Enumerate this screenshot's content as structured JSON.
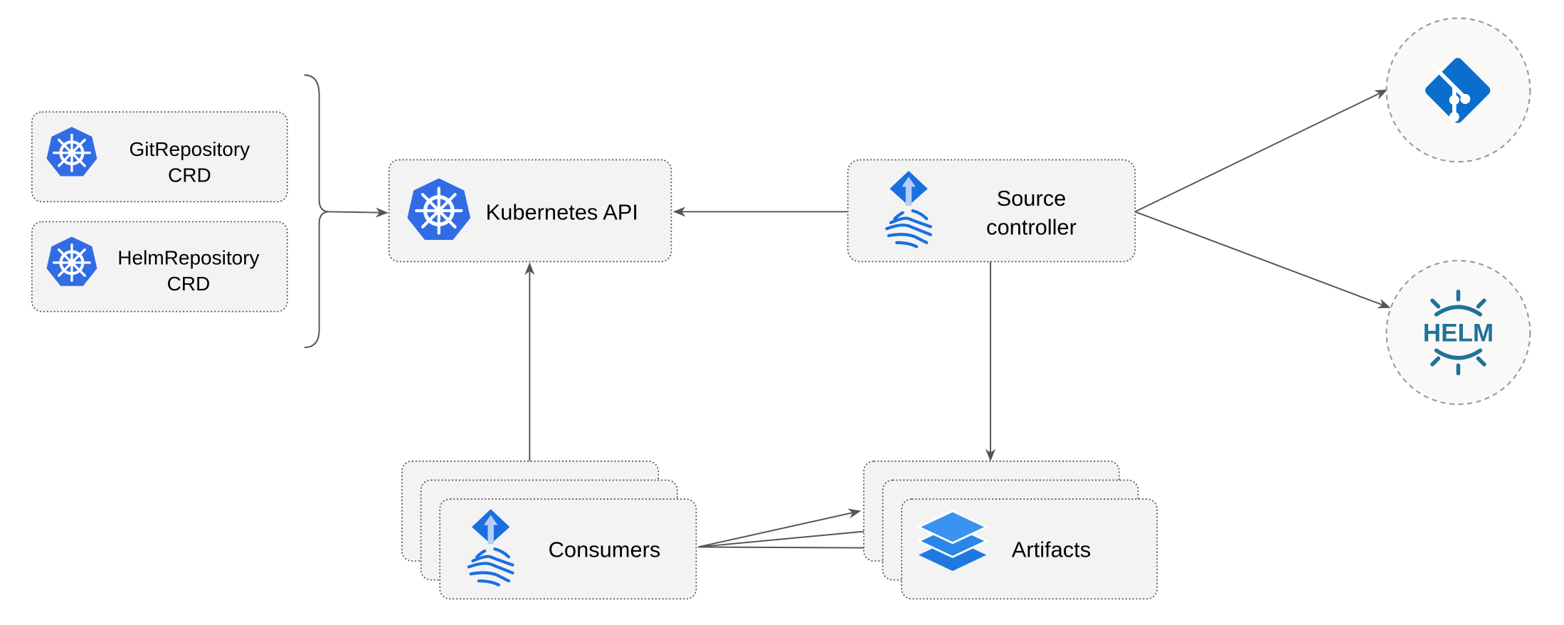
{
  "nodes": {
    "git_repository": {
      "line1": "GitRepository",
      "line2": "CRD"
    },
    "helm_repository": {
      "line1": "HelmRepository",
      "line2": "CRD"
    },
    "kubernetes_api": {
      "label": "Kubernetes API"
    },
    "source_controller": {
      "line1": "Source",
      "line2": "controller"
    },
    "consumers": {
      "label": "Consumers"
    },
    "artifacts": {
      "label": "Artifacts"
    },
    "git": {
      "icon": "git-icon"
    },
    "helm": {
      "icon": "helm-icon",
      "logo_text": "HELM"
    }
  },
  "colors": {
    "kubernetes_blue": "#326ce5",
    "flux_blue": "#1a6fe0",
    "git_blue": "#0a6fcc",
    "helm_teal": "#1f7399",
    "artifacts_blue": "#2a86e8"
  }
}
